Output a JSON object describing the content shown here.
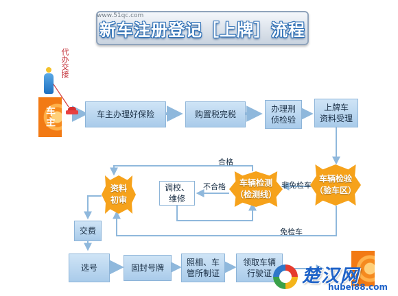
{
  "title": "新车注册登记［上牌］流程",
  "watermark_top": "www.51qc.com",
  "owner_tab": "车主",
  "agent_note": "代办交接",
  "flow": {
    "insurance": "车主办理好保险",
    "purchase_tax": "购置税完税",
    "criminal_check": "办理刑\n侦检验",
    "registration_accept": "上牌车\n资料受理",
    "vehicle_inspection_area": "车辆检验\n（验车区）",
    "vehicle_testing": "车辆检测\n（检测线）",
    "adjust_repair": "调校、\n维修",
    "document_review": "资料\n初审",
    "pay_fee": "交费",
    "select_number": "选号",
    "plate_sealing": "固封号牌",
    "photo_license": "照相、车\n管所制证",
    "collect_license": "领取车辆\n行驶证"
  },
  "edge_labels": {
    "non_exempt": "非免检车",
    "unqualified": "不合格",
    "qualified": "合格",
    "exempt": "免检车"
  },
  "logo_text": "楚汉网",
  "logo_url": "hubei88.com",
  "colors": {
    "box": "#b9d6ef",
    "star": "#f6a21b",
    "arrow": "#8fb8dc",
    "title": "#2c6fb6"
  }
}
